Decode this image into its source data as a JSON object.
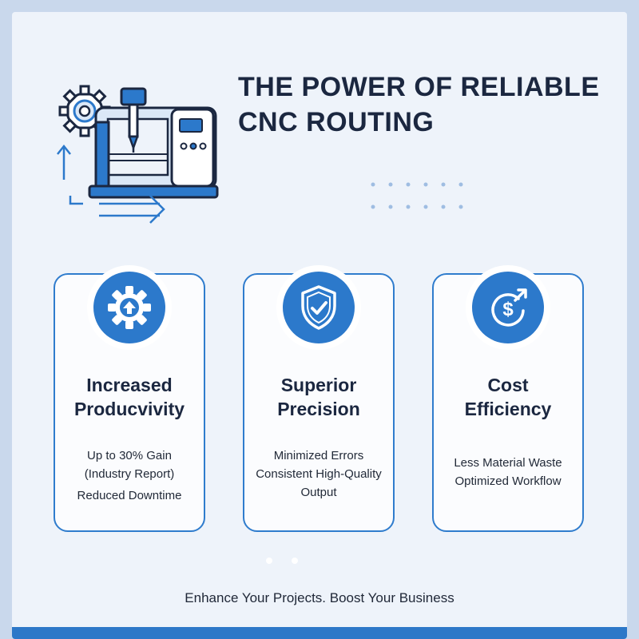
{
  "header": {
    "title_line1": "THE POWER OF RELIABLE",
    "title_line2": "CNC ROUTING"
  },
  "colors": {
    "accent": "#2c79cb",
    "title": "#1b2740",
    "background": "#eef3fa"
  },
  "illustration": {
    "icon": "cnc-router-machine-icon"
  },
  "cards": [
    {
      "icon": "gear-arrow-up-icon",
      "heading_line1": "Increased",
      "heading_line2": "Producvivity",
      "lines": [
        "Up to 30% Gain",
        "(Industry Report)",
        "Reduced Downtime"
      ]
    },
    {
      "icon": "shield-check-icon",
      "heading_line1": "Superior",
      "heading_line2": "Precision",
      "lines": [
        "Minimized Errors",
        "Consistent High-Quality",
        "Output"
      ]
    },
    {
      "icon": "dollar-growth-icon",
      "heading_line1": "Cost",
      "heading_line2": "Efficiency",
      "lines": [
        "Less Material Waste",
        "Optimized Workflow"
      ]
    }
  ],
  "footer": {
    "tagline": "Enhance Your Projects. Boost Your Business"
  }
}
